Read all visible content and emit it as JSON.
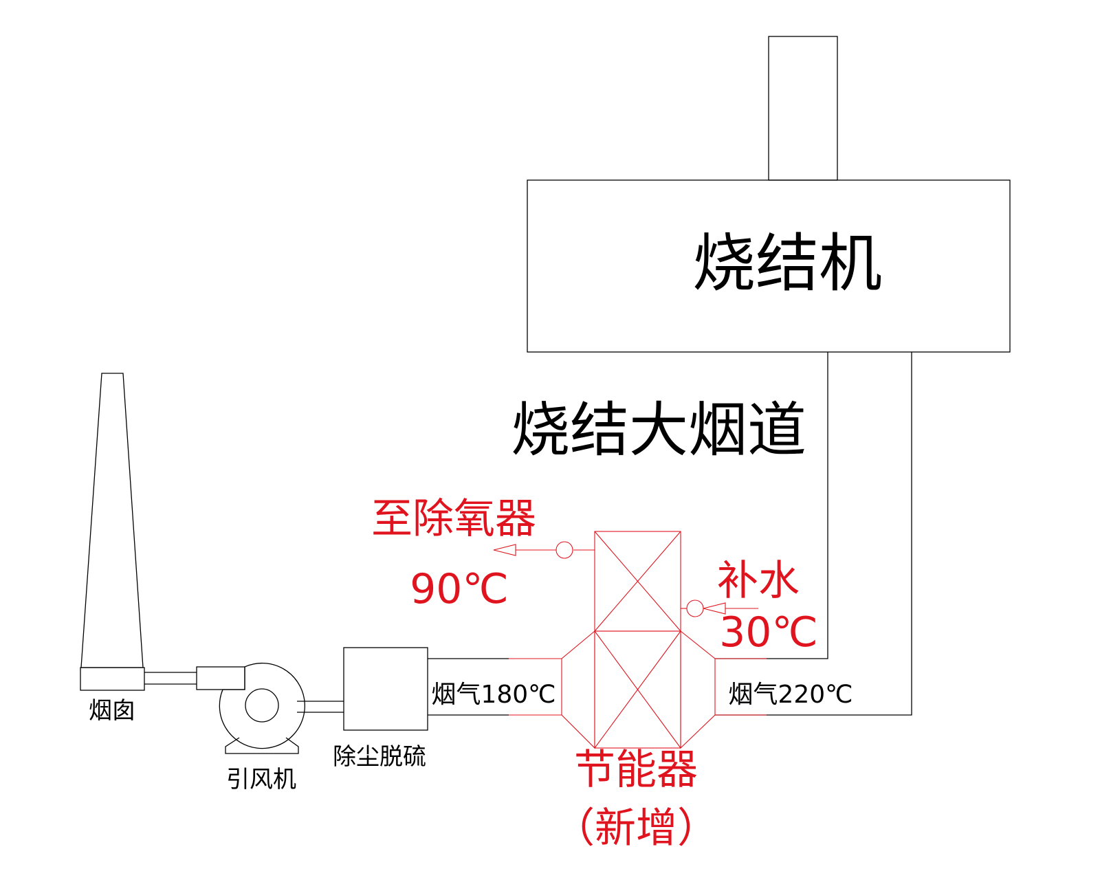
{
  "labels": {
    "sinter_machine": "烧结机",
    "main_flue": "烧结大烟道",
    "to_deaerator": "至除氧器",
    "outlet_temp": "90℃",
    "makeup_water": "补水",
    "inlet_temp": "30℃",
    "flue_gas_out": "烟气180℃",
    "flue_gas_in": "烟气220℃",
    "economizer": "节能器",
    "new_note": "（新增）",
    "chimney": "烟囱",
    "fan": "引风机",
    "dedust": "除尘脱硫"
  },
  "colors": {
    "line": "#000000",
    "accent": "#e0141e"
  }
}
